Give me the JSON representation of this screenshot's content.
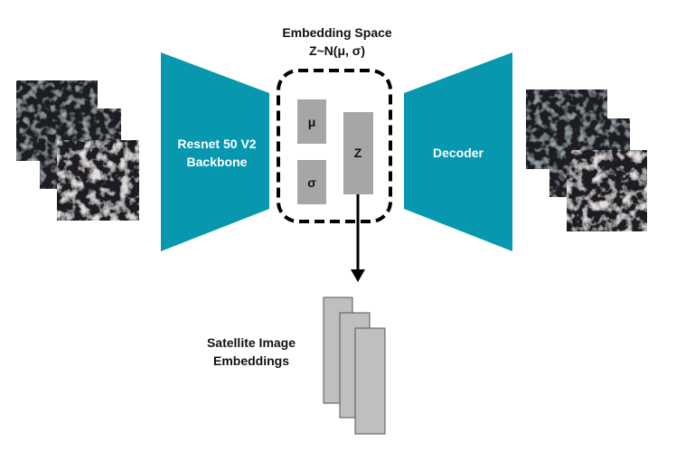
{
  "colors": {
    "trapezoid": "#0797AE",
    "box_gray": "#A6A6A6",
    "embedding_fill": "#BFBFBF",
    "embedding_stroke": "#555555",
    "image_dark": "#1E1F24",
    "image_speckle": "#7D7578",
    "arrow": "#000000"
  },
  "labels": {
    "embedding_space_title": "Embedding Space",
    "distribution": "Z~N(μ, σ)",
    "encoder_line1": "Resnet 50 V2",
    "encoder_line2": "Backbone",
    "decoder": "Decoder",
    "mu": "μ",
    "sigma": "σ",
    "z": "Z",
    "output_line1": "Satellite Image",
    "output_line2": "Embeddings"
  },
  "icons": {
    "input_images": "satellite-image-stack-icon",
    "output_images": "reconstructed-image-stack-icon",
    "embeddings": "embedding-stack-icon"
  }
}
